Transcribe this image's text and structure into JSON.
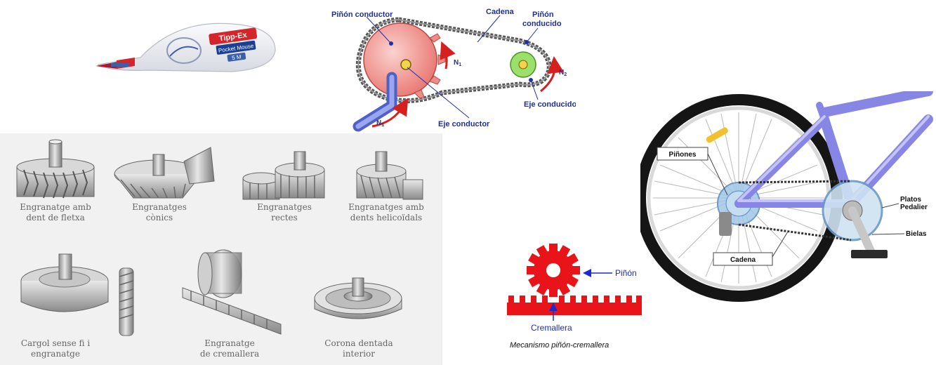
{
  "tape": {
    "brand": "Tipp-Ex",
    "model": "Pocket Mouse",
    "length": "5 M",
    "colors": {
      "body": "#eef0f4",
      "brand_red": "#d4252b",
      "tip_red": "#b8132a",
      "blue": "#3b5fa8"
    }
  },
  "chain_drive": {
    "labels": {
      "drive_pinion": "Piñón conductor",
      "chain": "Cadena",
      "driven_pinion_line1": "Piñón",
      "driven_pinion_line2": "conducido",
      "n1": "N",
      "n1_sub": "1",
      "n1_lower": "N",
      "n1_lower_sub": "1",
      "n2": "N",
      "n2_sub": "2",
      "driven_axle": "Eje conducido",
      "drive_axle": "Eje conductor"
    },
    "colors": {
      "label": "#1f2f9c",
      "big_gear": "#f29a94",
      "small_gear": "#9be06a",
      "arrow": "#d62020",
      "shaft": "#6d7fe0"
    }
  },
  "gear_types": {
    "captions": [
      "Engranatge amb\ndent de fletxa",
      "Engranatges\ncònics",
      "Engranatges\nrectes",
      "Engranatges amb\ndents helicoïdals",
      "Cargol sense fi i\nengranatge",
      "Engranatge\nde cremallera",
      "Corona dentada\ninterior"
    ]
  },
  "rack_pinion": {
    "pinion_label": "Piñón",
    "rack_label": "Cremallera",
    "caption": "Mecanismo piñón-cremallera",
    "colors": {
      "parts": "#e8141a",
      "label": "#1a2bd0"
    }
  },
  "bicycle": {
    "labels": {
      "sprockets": "Piñones",
      "chainring_line1": "Platos",
      "chainring_line2": "Pedalier",
      "cranks": "Bielas",
      "chain": "Cadena"
    },
    "colors": {
      "frame": "#a7a6f2",
      "tyre": "#151515",
      "rim": "#d9d9d9"
    }
  }
}
